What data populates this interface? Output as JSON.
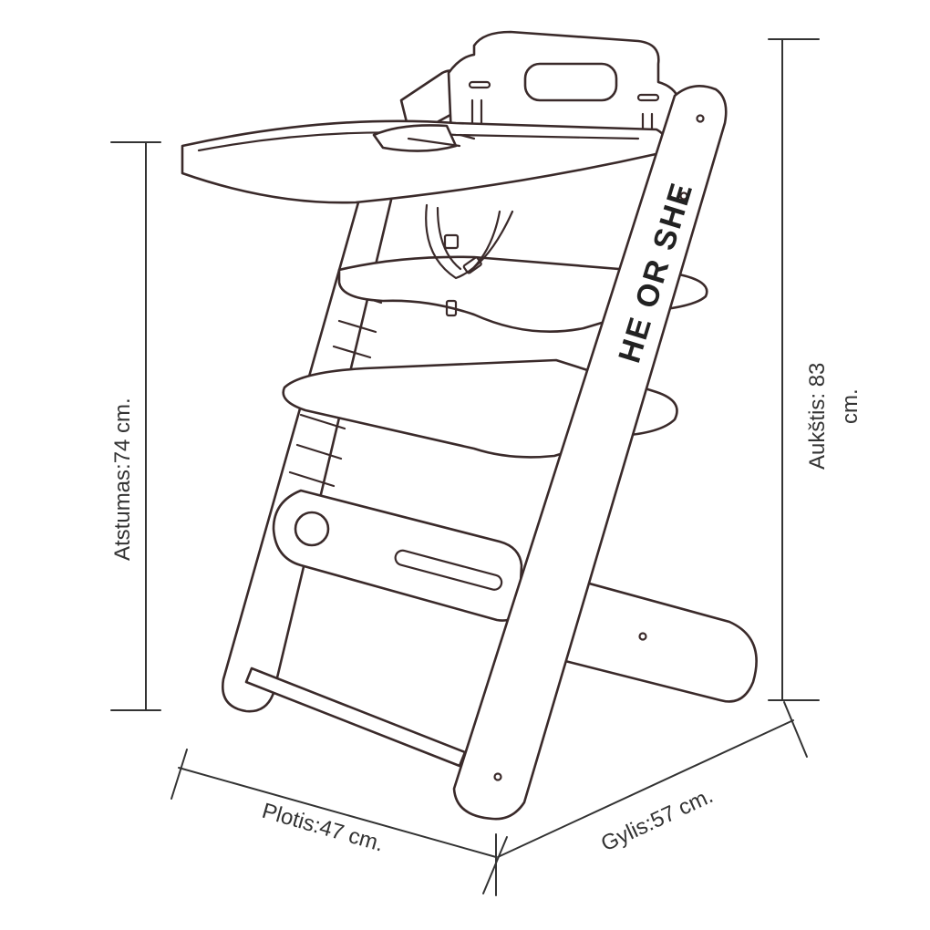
{
  "brand_text": "HE OR SHE",
  "dimensions": {
    "height_label": "Aukštis: 83",
    "height_unit": "cm.",
    "seat_distance_label": "Atstumas:74 cm.",
    "width_label": "Plotis:47 cm.",
    "depth_label": "Gylis:57 cm."
  },
  "colors": {
    "outline": "#3a2a2a",
    "dimension_line": "#333333",
    "background": "#ffffff"
  }
}
